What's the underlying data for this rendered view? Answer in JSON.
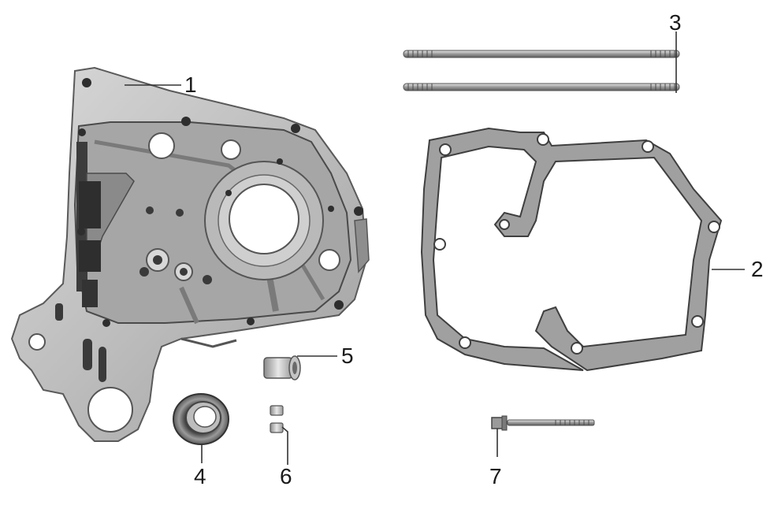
{
  "callouts": [
    {
      "id": "1",
      "label": "1"
    },
    {
      "id": "2",
      "label": "2"
    },
    {
      "id": "3",
      "label": "3"
    },
    {
      "id": "4",
      "label": "4"
    },
    {
      "id": "5",
      "label": "5"
    },
    {
      "id": "6",
      "label": "6"
    },
    {
      "id": "7",
      "label": "7"
    }
  ],
  "colors": {
    "casting_light": "#c8c8c8",
    "casting_mid": "#a9a9a9",
    "casting_dark": "#4a4a4a",
    "gasket": "#9a9a9a",
    "leader": "#333333",
    "text": "#1a1a1a"
  },
  "parts": {
    "crankcase_cover": "crankcase-cover",
    "gasket": "gasket",
    "studs": "stud-bolts",
    "bearing": "ball-bearing",
    "bushing": "bushing",
    "dowel_pins": "dowel-pins",
    "bolt": "flange-bolt"
  }
}
